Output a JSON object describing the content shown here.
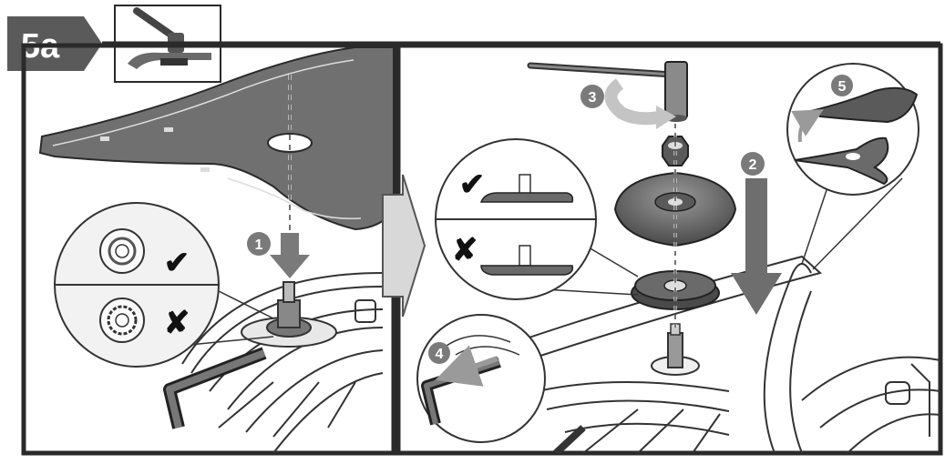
{
  "step_label": "5a",
  "steps": {
    "s1": "1",
    "s2": "2",
    "s3": "3",
    "s4": "4",
    "s5": "5"
  },
  "marks": {
    "correct": "✔",
    "wrong": "✘"
  },
  "colors": {
    "step_badge": "#5a5a5a",
    "blade": "#707070",
    "part_dark": "#4a4a4a",
    "part_mid": "#8a8a8a",
    "arrow_gray": "#7a7a7a",
    "panel_border": "#2a2a2a",
    "inset_fill": "#f2f2f2"
  },
  "icons": {
    "installation": "blade-mounting-icon",
    "correct": "check-mark-icon",
    "wrong": "cross-mark-icon",
    "next": "next-arrow-icon"
  }
}
